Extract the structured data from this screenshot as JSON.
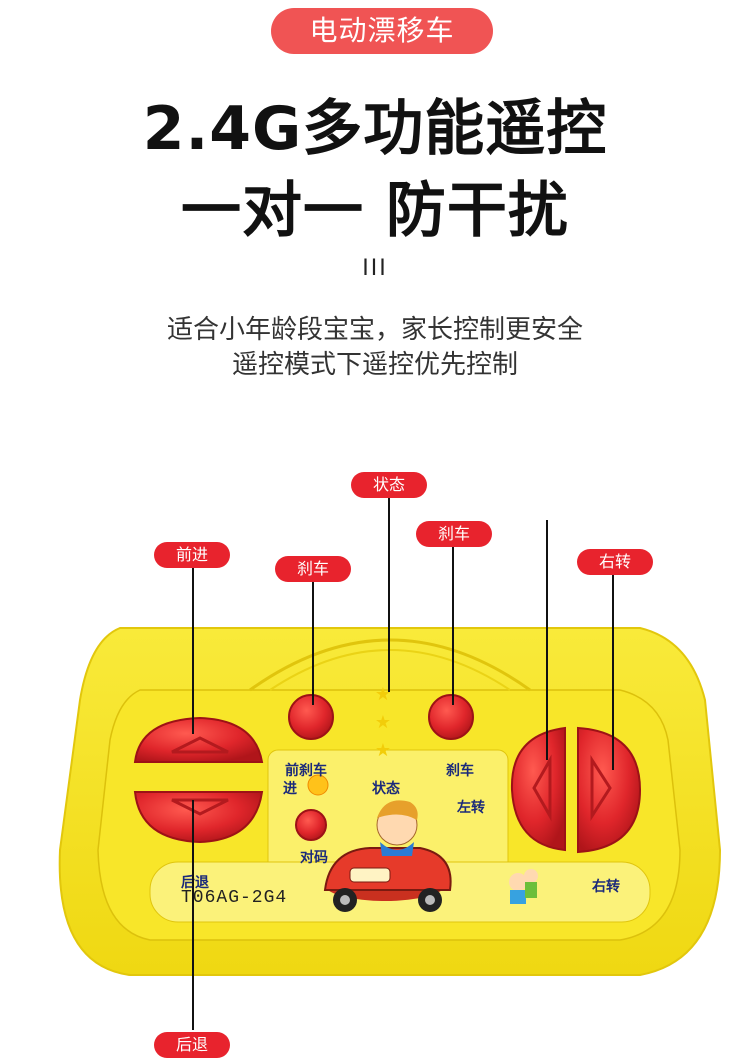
{
  "banner": {
    "label": "电动漂移车"
  },
  "headline": {
    "line1": "2.4G多功能遥控",
    "line2": "一对一 防干扰"
  },
  "divider_mark": "III",
  "description": {
    "line1": "适合小年龄段宝宝，家长控制更安全",
    "line2": "遥控模式下遥控优先控制"
  },
  "callouts": {
    "forward": "前进",
    "brake_left": "刹车",
    "status": "状态",
    "brake_right": "刹车",
    "turn_right": "右转",
    "backward": "后退"
  },
  "remote_labels": {
    "forward_brake": "前刹车",
    "forward_short": "进",
    "status": "状态",
    "brake": "刹车",
    "turn_left": "左转",
    "pair": "对码",
    "backward": "后退",
    "turn_right": "右转",
    "model": "T06AG-2G4"
  },
  "colors": {
    "accent_red": "#e8232d",
    "remote_yellow": "#f6e21a",
    "button_red": "#e0262b"
  }
}
